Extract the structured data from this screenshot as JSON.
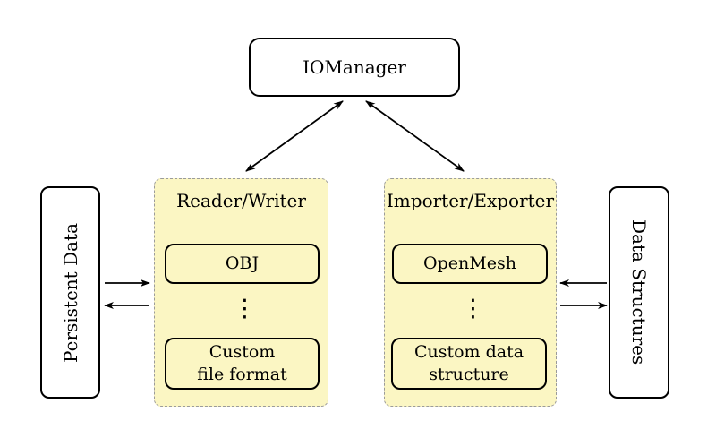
{
  "colors": {
    "bg": "#ffffff",
    "ink": "#000000",
    "group_fill": "#fbf6c3",
    "group_border": "#9b9b9b"
  },
  "nodes": {
    "io_manager": "IOManager",
    "persistent_data": "Persistent Data",
    "data_structures": "Data Structures",
    "ellipsis": "⋮"
  },
  "groups": {
    "left": {
      "label": "Reader/Writer",
      "top_item": "OBJ",
      "bottom_item_line1": "Custom",
      "bottom_item_line2": "file format"
    },
    "right": {
      "label": "Importer/Exporter",
      "top_item": "OpenMesh",
      "bottom_item_line1": "Custom data",
      "bottom_item_line2": "structure"
    }
  },
  "arrows": [
    {
      "from": "IOManager",
      "to": "Reader/Writer",
      "bidirectional": true
    },
    {
      "from": "IOManager",
      "to": "Importer/Exporter",
      "bidirectional": true
    },
    {
      "from": "Persistent Data",
      "to": "Reader/Writer",
      "bidirectional": false
    },
    {
      "from": "Reader/Writer",
      "to": "Persistent Data",
      "bidirectional": false
    },
    {
      "from": "Data Structures",
      "to": "Importer/Exporter",
      "bidirectional": false
    },
    {
      "from": "Importer/Exporter",
      "to": "Data Structures",
      "bidirectional": false
    }
  ]
}
